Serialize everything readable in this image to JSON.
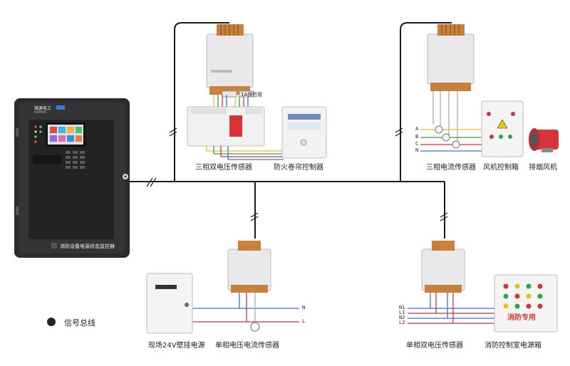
{
  "monitor": {
    "brand": "锦源电工",
    "brand_sub": "KANVA",
    "name": "消防设备电源状态监控器"
  },
  "devices": {
    "three_phase_voltage": "三相双电压传感器",
    "fire_shutter": "防火卷帘控制器",
    "three_phase_current": "三相电流传感器",
    "fan_box": "风机控制箱",
    "smoke_fan": "排烟风机",
    "single_phase_vc": "单相电压电流传感器",
    "single_phase_dual_voltage": "单相双电压传感器",
    "field_power": "现场24V壁挂电源",
    "fire_room_box": "消防控制室电源箱",
    "fire_room_sign": "消防专用",
    "fuse_label": "1A保险管"
  },
  "legend": {
    "label": "信号总线"
  },
  "wire_labels": {
    "abc": [
      "A",
      "B",
      "C",
      "N"
    ],
    "nl": [
      "N",
      "L"
    ],
    "dual": [
      "N1",
      "L1",
      "N2",
      "L2"
    ]
  },
  "colors": {
    "bus": "#1a1a1a",
    "yellow": "#e8c21a",
    "green": "#2aa84a",
    "red": "#d8323a",
    "blue": "#3a6fd6",
    "terminal": "#c9803a",
    "module": "#e9e9eb",
    "cabinet": "#2b2b2d",
    "fire_red": "#e2382f"
  }
}
